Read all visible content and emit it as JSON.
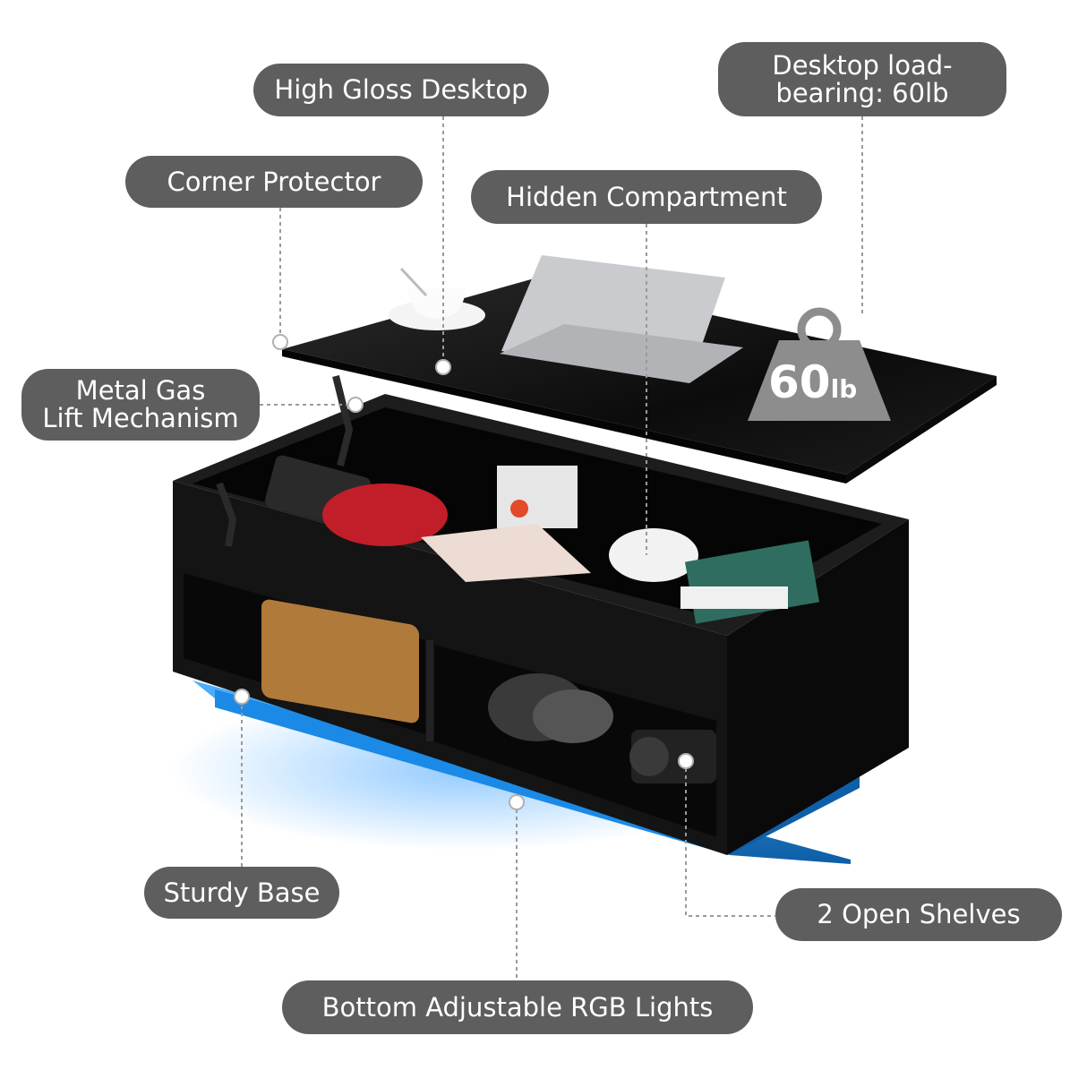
{
  "labels": {
    "high_gloss": "High Gloss Desktop",
    "load_bearing": "Desktop load-\nbearing: 60lb",
    "corner_protector": "Corner Protector",
    "hidden_compartment": "Hidden Compartment",
    "gas_lift": "Metal Gas\nLift Mechanism",
    "sturdy_base": "Sturdy Base",
    "open_shelves": "2 Open Shelves",
    "rgb_lights": "Bottom Adjustable RGB Lights"
  },
  "weight_badge": {
    "number": "60",
    "unit": "lb"
  },
  "colors": {
    "label_bg": "#5e5e5e",
    "table_black": "#151515",
    "rgb_glow": "#1e7fd6"
  }
}
